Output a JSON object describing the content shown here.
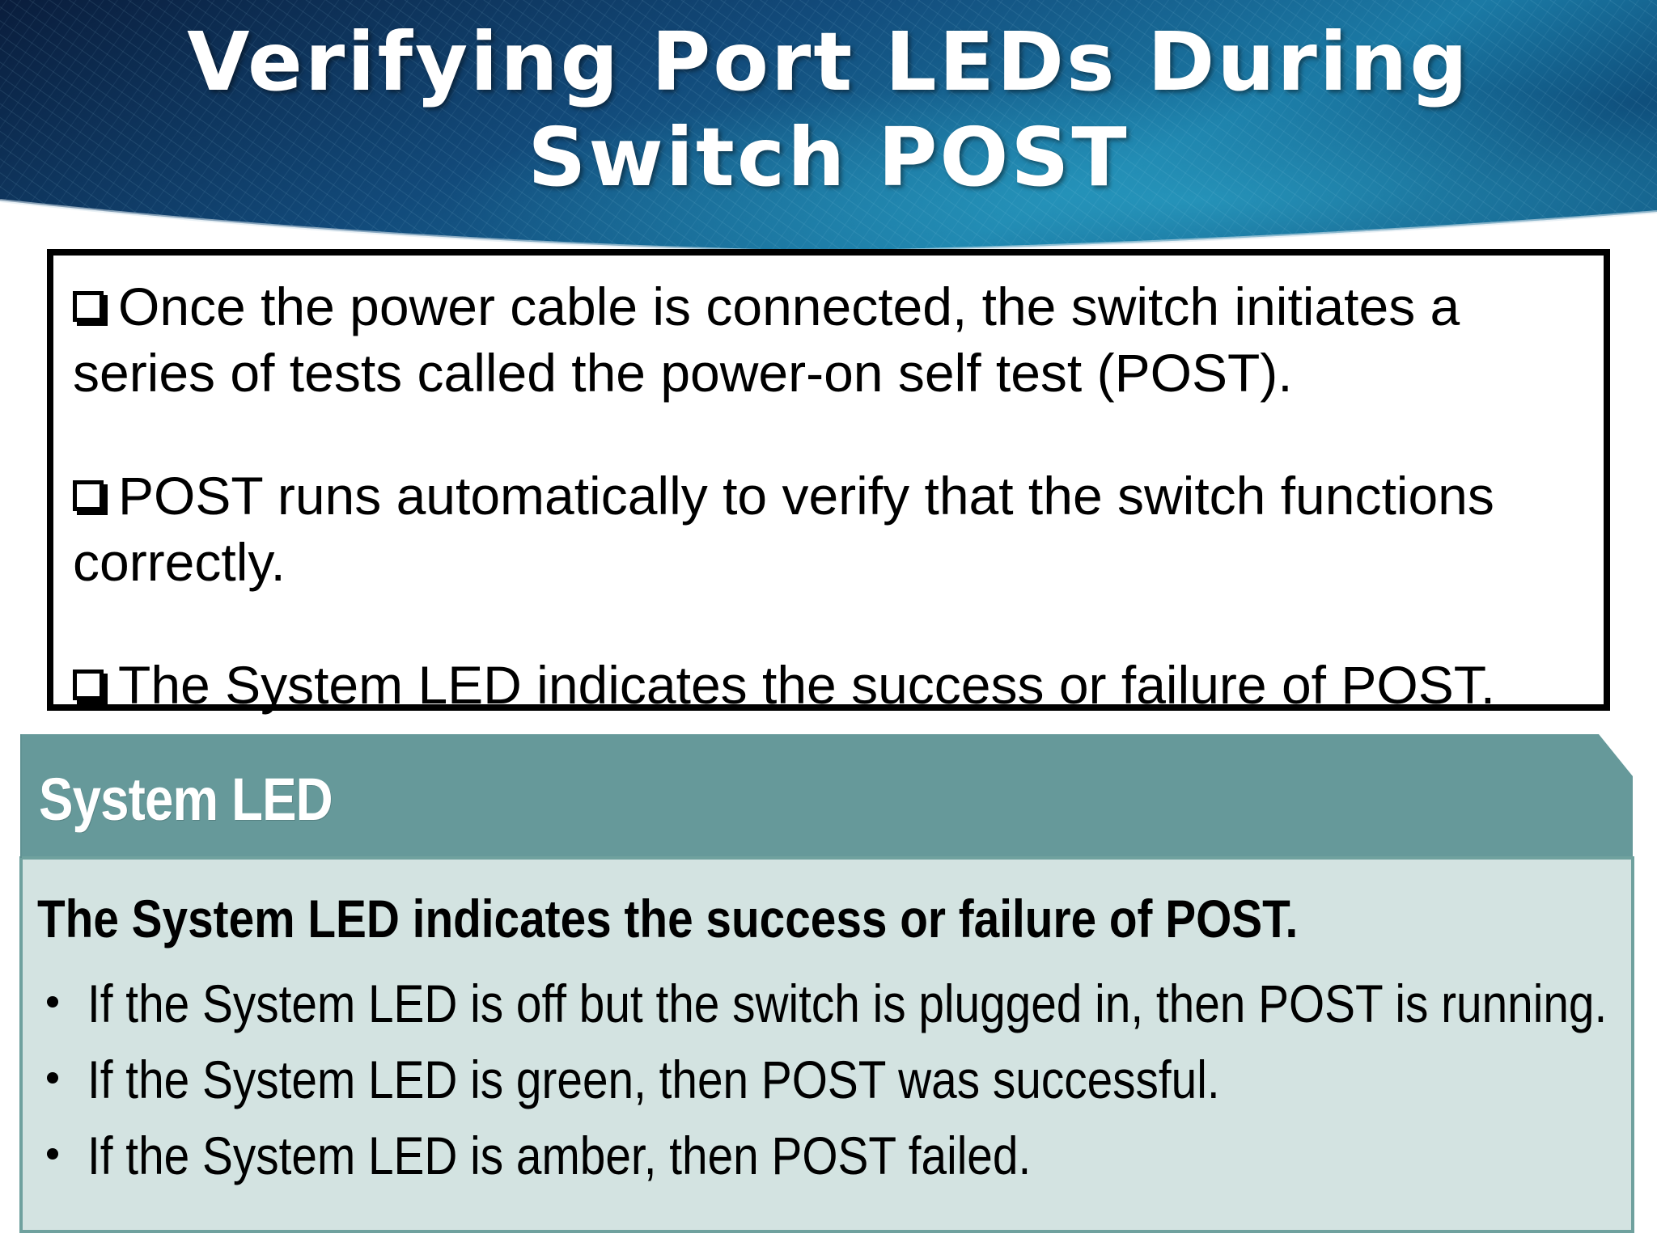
{
  "slide": {
    "title": "Verifying Port LEDs During Switch POST",
    "bullets": [
      "Once the power cable is connected, the switch initiates a series of tests called the power-on self test (POST).",
      "POST runs automatically to verify that the switch functions correctly.",
      "The System LED indicates the success or failure of POST."
    ]
  },
  "panel": {
    "heading": "System LED",
    "lead": "The System LED indicates the success or failure of POST.",
    "items": [
      "If the System LED is off but the switch is plugged in, then POST is running.",
      "If the System LED is green, then POST was successful.",
      "If the System LED is amber, then POST failed."
    ]
  },
  "colors": {
    "header_dark": "#0b2547",
    "header_mid": "#124d7c",
    "header_light": "#1f7fa8",
    "panel_header": "#66999a",
    "panel_body": "#d3e3e1",
    "panel_border": "#6fa19e"
  }
}
